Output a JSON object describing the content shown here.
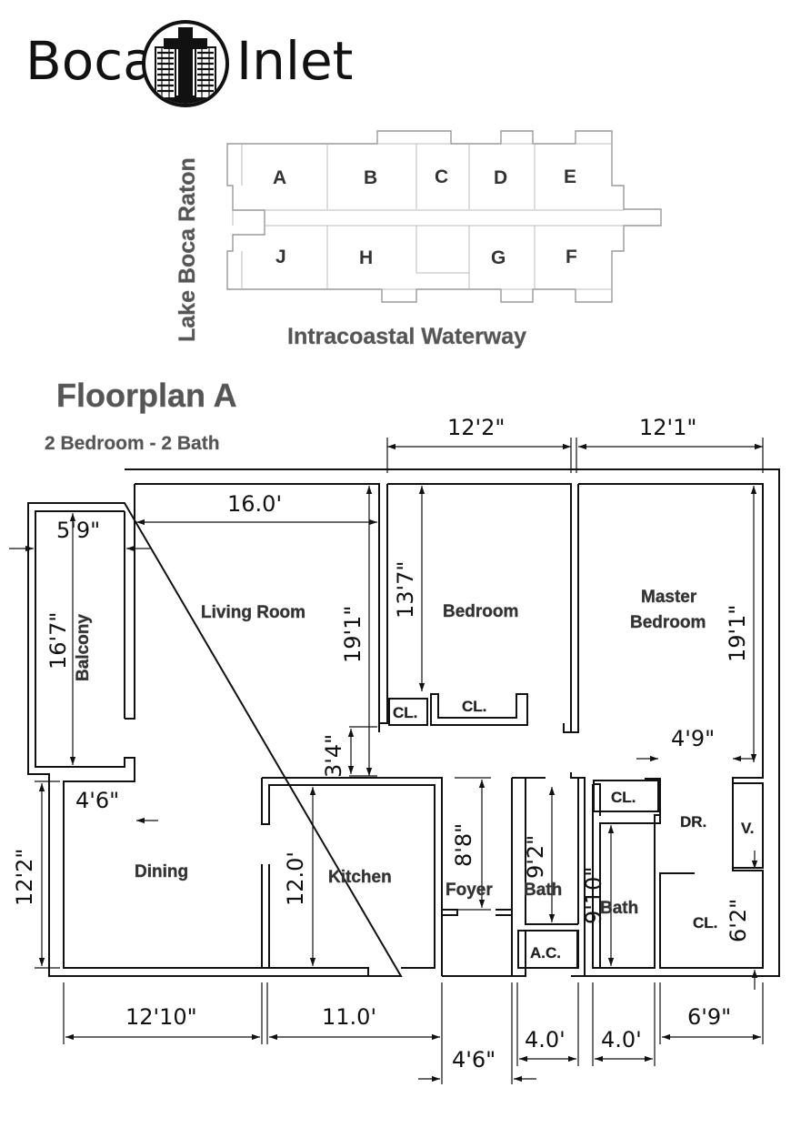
{
  "brand": {
    "left_word": "Boca",
    "right_word": "Inlet",
    "logo": "boca-inlet-tower-logo"
  },
  "site_key": {
    "units_top": [
      "A",
      "B",
      "C",
      "D",
      "E"
    ],
    "units_bottom": [
      "J",
      "H",
      "G",
      "F"
    ],
    "side_label": "Lake Boca Raton",
    "bottom_label": "Intracoastal Waterway"
  },
  "plan": {
    "title": "Floorplan A",
    "subtitle": "2 Bedroom - 2 Bath",
    "rooms": {
      "living_room": "Living Room",
      "bedroom": "Bedroom",
      "master_line1": "Master",
      "master_line2": "Bedroom",
      "balcony": "Balcony",
      "dining": "Dining",
      "kitchen": "Kitchen",
      "foyer": "Foyer",
      "bath1": "Bath",
      "bath2": "Bath",
      "closet_bedroom_small": "CL.",
      "closet_bedroom": "CL.",
      "closet_hall": "CL.",
      "closet_master": "CL.",
      "dressing": "DR.",
      "vanity": "V.",
      "ac": "A.C."
    },
    "dimensions": {
      "top_bedroom": "12'2\"",
      "top_master": "12'1\"",
      "living_width": "16.0'",
      "balcony_width": "5'9\"",
      "balcony_length": "16'7\"",
      "living_length": "19'1\"",
      "bedroom_length": "13'7\"",
      "master_length": "19'1\"",
      "closet_depth": "3'4\"",
      "master_offset": "4'9\"",
      "dining_offset": "4'6\"",
      "dining_length": "12'2\"",
      "kitchen_length": "12.0'",
      "foyer_length": "8'8\"",
      "bath1_length": "9'2\"",
      "bath2_length": "9'10\"",
      "closet_master_length": "6'2\"",
      "bottom_dining": "12'10\"",
      "bottom_kitchen": "11.0'",
      "bottom_foyer": "4'6\"",
      "bottom_bath1": "4.0'",
      "bottom_bath2": "4.0'",
      "bottom_closet": "6'9\""
    }
  }
}
